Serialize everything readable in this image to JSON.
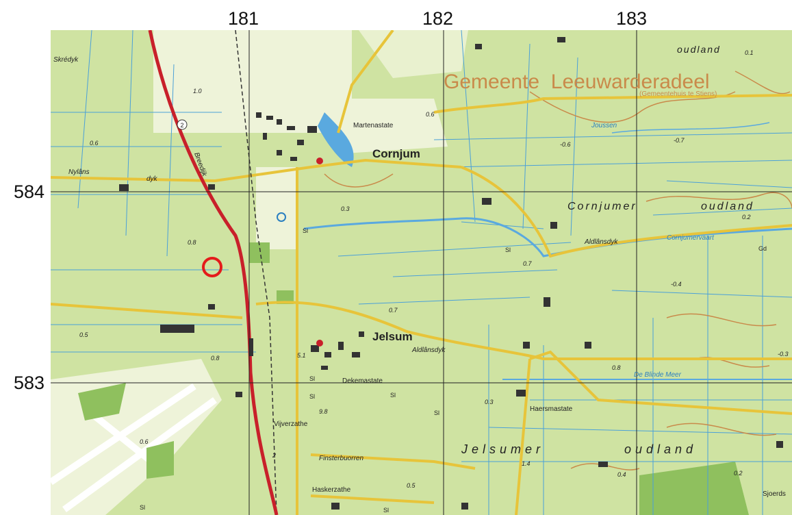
{
  "grid": {
    "columns": [
      "181",
      "182",
      "183"
    ],
    "rows": [
      "584",
      "583"
    ]
  },
  "colors": {
    "land": "#cfe3a2",
    "land_alt": "#d9e9b4",
    "water": "#5aa9df",
    "main_road": "#c8202a",
    "road": "#e7c43a",
    "contour": "#c98a4a",
    "municipality_text": "#c98a4a",
    "marker": "#e41b1b"
  },
  "municipality": {
    "name": "Gemeente  Leeuwarderadeel",
    "subtitle": "(Gemeentehuis te Stiens)"
  },
  "villages": [
    {
      "name": "Cornjum"
    },
    {
      "name": "Jelsum"
    }
  ],
  "estates": [
    "Martenastate",
    "Dekemastate",
    "Haersmastate",
    "Vijverzathe",
    "Haskerzathe",
    "Sjoerds"
  ],
  "area_names": [
    "oudland",
    "Cornjumer",
    "oudland",
    "Jelsumer",
    "oudland"
  ],
  "roads": [
    "Skrédyk",
    "Nylâns",
    "dyk",
    "Breedijk",
    "Aldlânsdyk",
    "Aldlânsdyk",
    "Finsterbuorren"
  ],
  "waters": [
    "Joussen",
    "Cornjumervaart",
    "De Blinde Meer"
  ],
  "heights": [
    "1.0",
    "0.6",
    "0.6",
    "0.8",
    "0.5",
    "0.8",
    "0.6",
    "0.3",
    "0.7",
    "0.7",
    "-0.6",
    "-0.7",
    "0.2",
    "-0.4",
    "0.3",
    "0.8",
    "1.4",
    "0.4",
    "0.2",
    "0.1",
    "9.8",
    "0.5",
    "-0.3",
    "5.1",
    "2"
  ],
  "misc_labels": [
    "Sl",
    "Sl",
    "Sl",
    "Sl",
    "Sl",
    "Sl",
    "Sl",
    "Sl",
    "Gd"
  ],
  "road_number": "2",
  "marker": {
    "label": "marked-location"
  }
}
